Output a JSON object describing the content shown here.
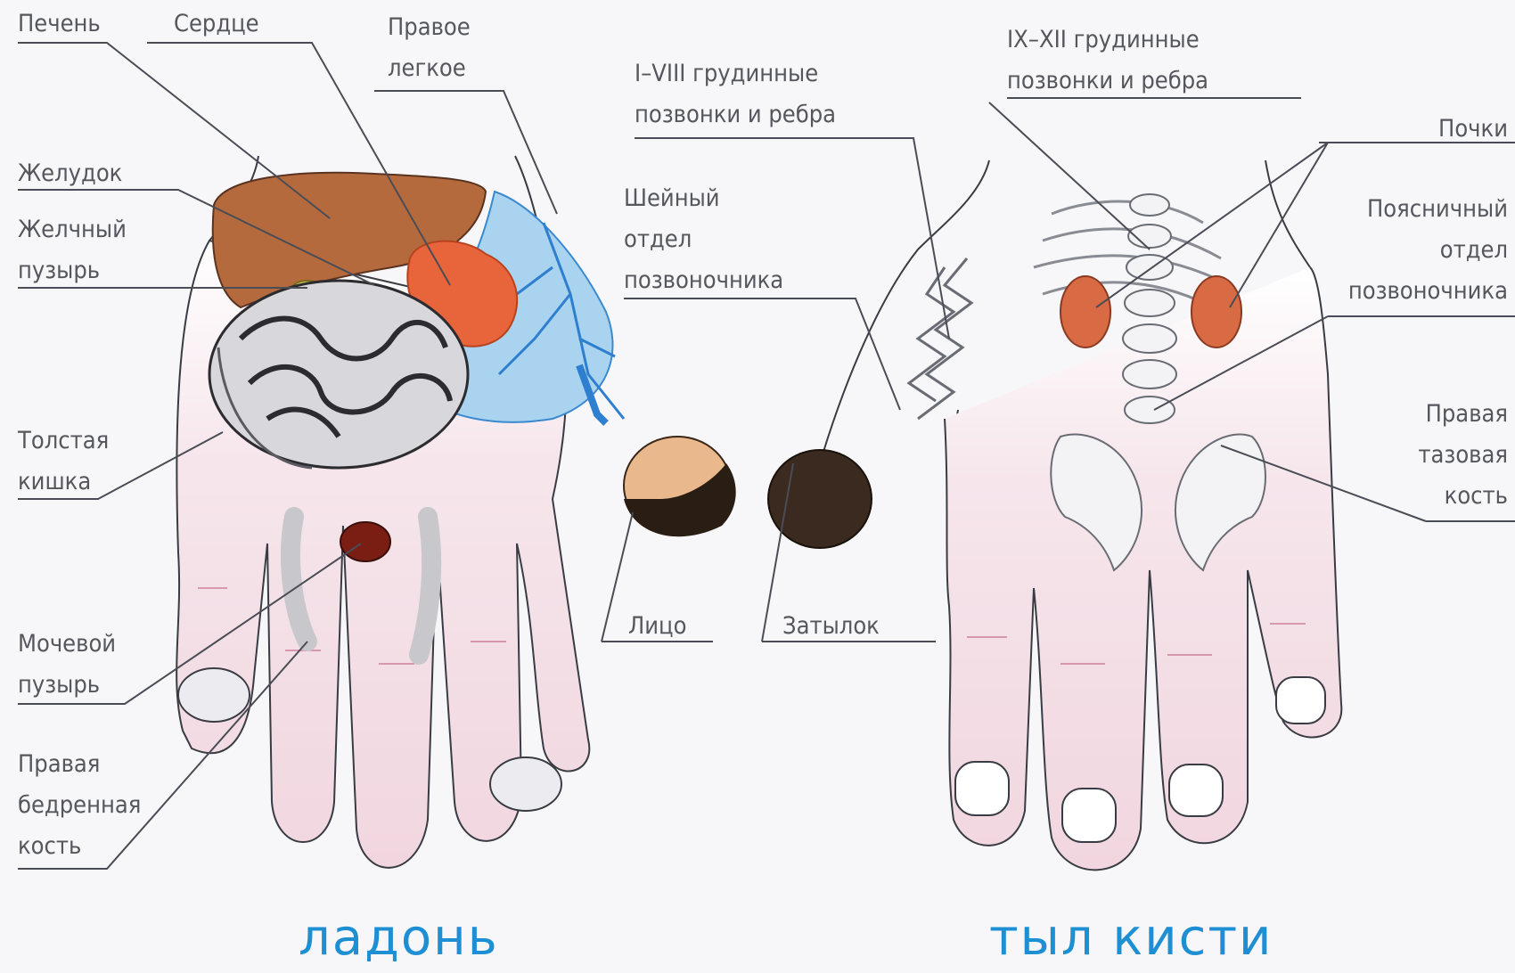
{
  "labels": {
    "liver": "Печень",
    "heart": "Сердце",
    "right_lung": "Правое\nлегкое",
    "thoracic_1_8": "I–VIII грудинные\nпозвонки и ребра",
    "thoracic_9_12": "IX–XII грудинные\nпозвонки и ребра",
    "kidneys": "Почки",
    "stomach": "Желудок",
    "gallbladder": "Желчный\nпузырь",
    "cervical": "Шейный\nотдел\nпозвоночника",
    "lumbar": "Поясничный\nотдел\nпозвоночника",
    "colon": "Толстая\nкишка",
    "pelvic_bone": "Правая\nтазовая\nкость",
    "face": "Лицо",
    "occiput": "Затылок",
    "bladder": "Мочевой\nпузырь",
    "femur": "Правая\nбедренная\nкость"
  },
  "captions": {
    "palm": "ладонь",
    "back": "тыл кисти"
  },
  "colors": {
    "line": "#4a4d55",
    "caption": "#1e8fd2",
    "liver": "#b56a3e",
    "heart": "#e8643a",
    "lung": "#a9d3ee",
    "kidney": "#d86a44",
    "hand_fill": "#f3dde4",
    "hand_stroke": "#3a3c44"
  }
}
